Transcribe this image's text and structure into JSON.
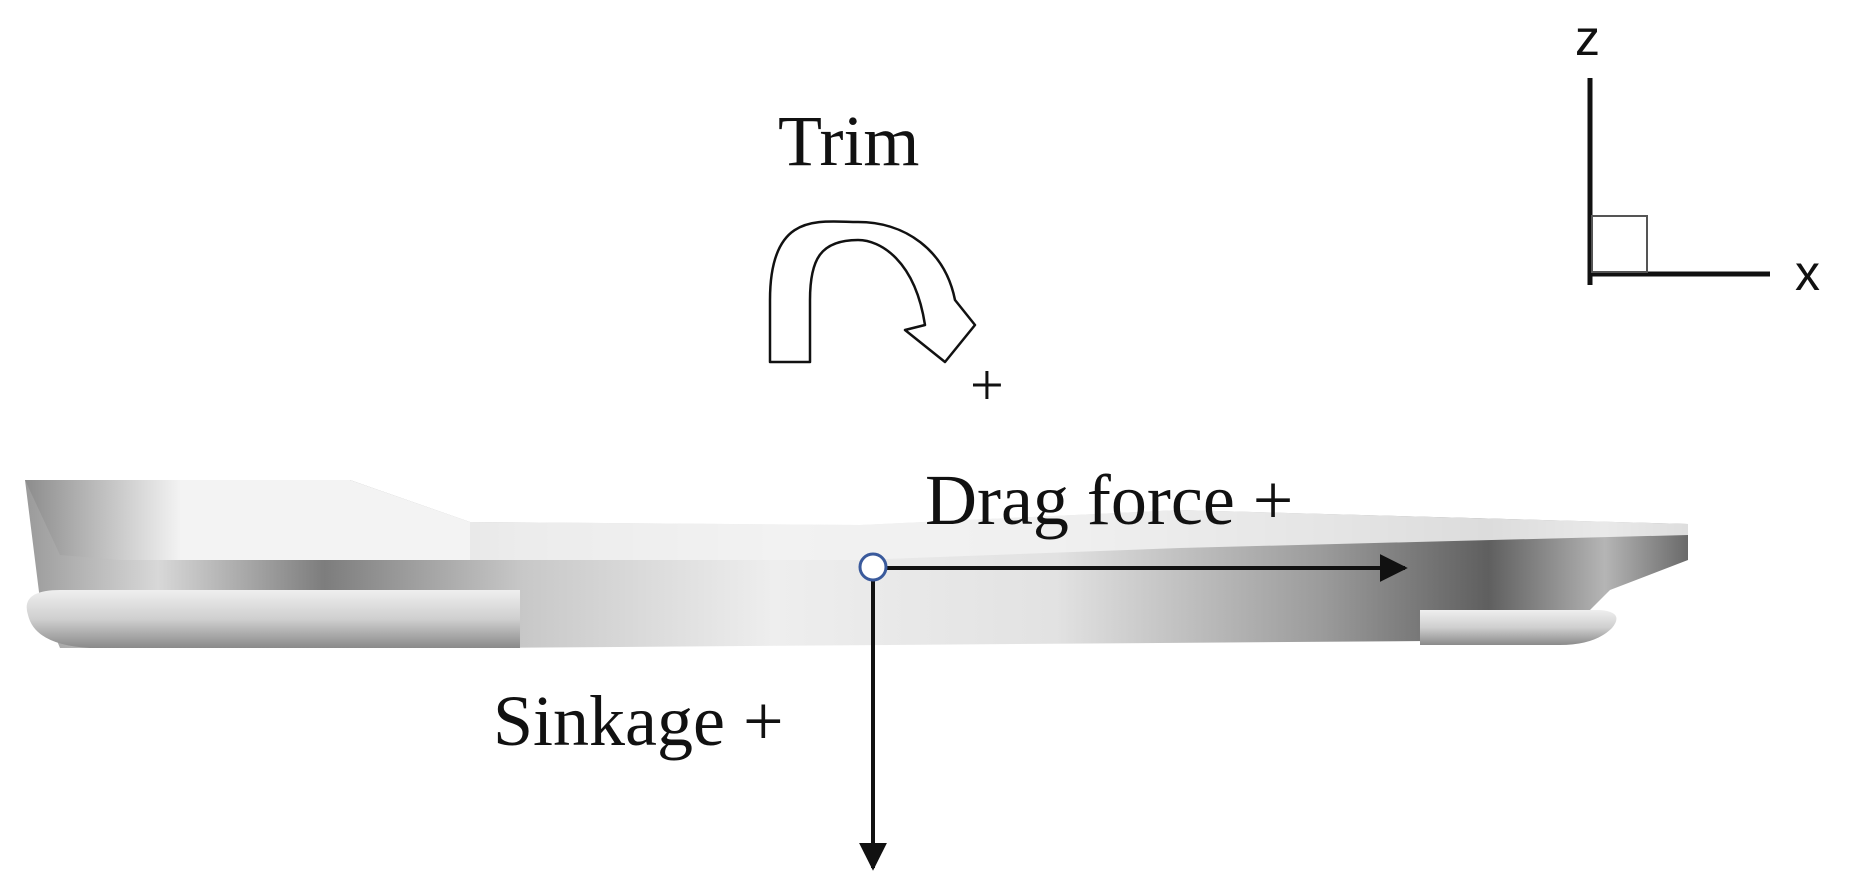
{
  "labels": {
    "trim": "Trim",
    "trim_plus": "+",
    "drag": "Drag force +",
    "sinkage": "Sinkage +",
    "axis_z": "z",
    "axis_x": "x"
  },
  "icons": {
    "trim": "curved-rotation-arrow-icon",
    "axes": "coordinate-axes-icon",
    "origin": "reference-point-circle"
  },
  "colors": {
    "ink": "#111111",
    "origin_stroke": "#3a5a9c"
  }
}
